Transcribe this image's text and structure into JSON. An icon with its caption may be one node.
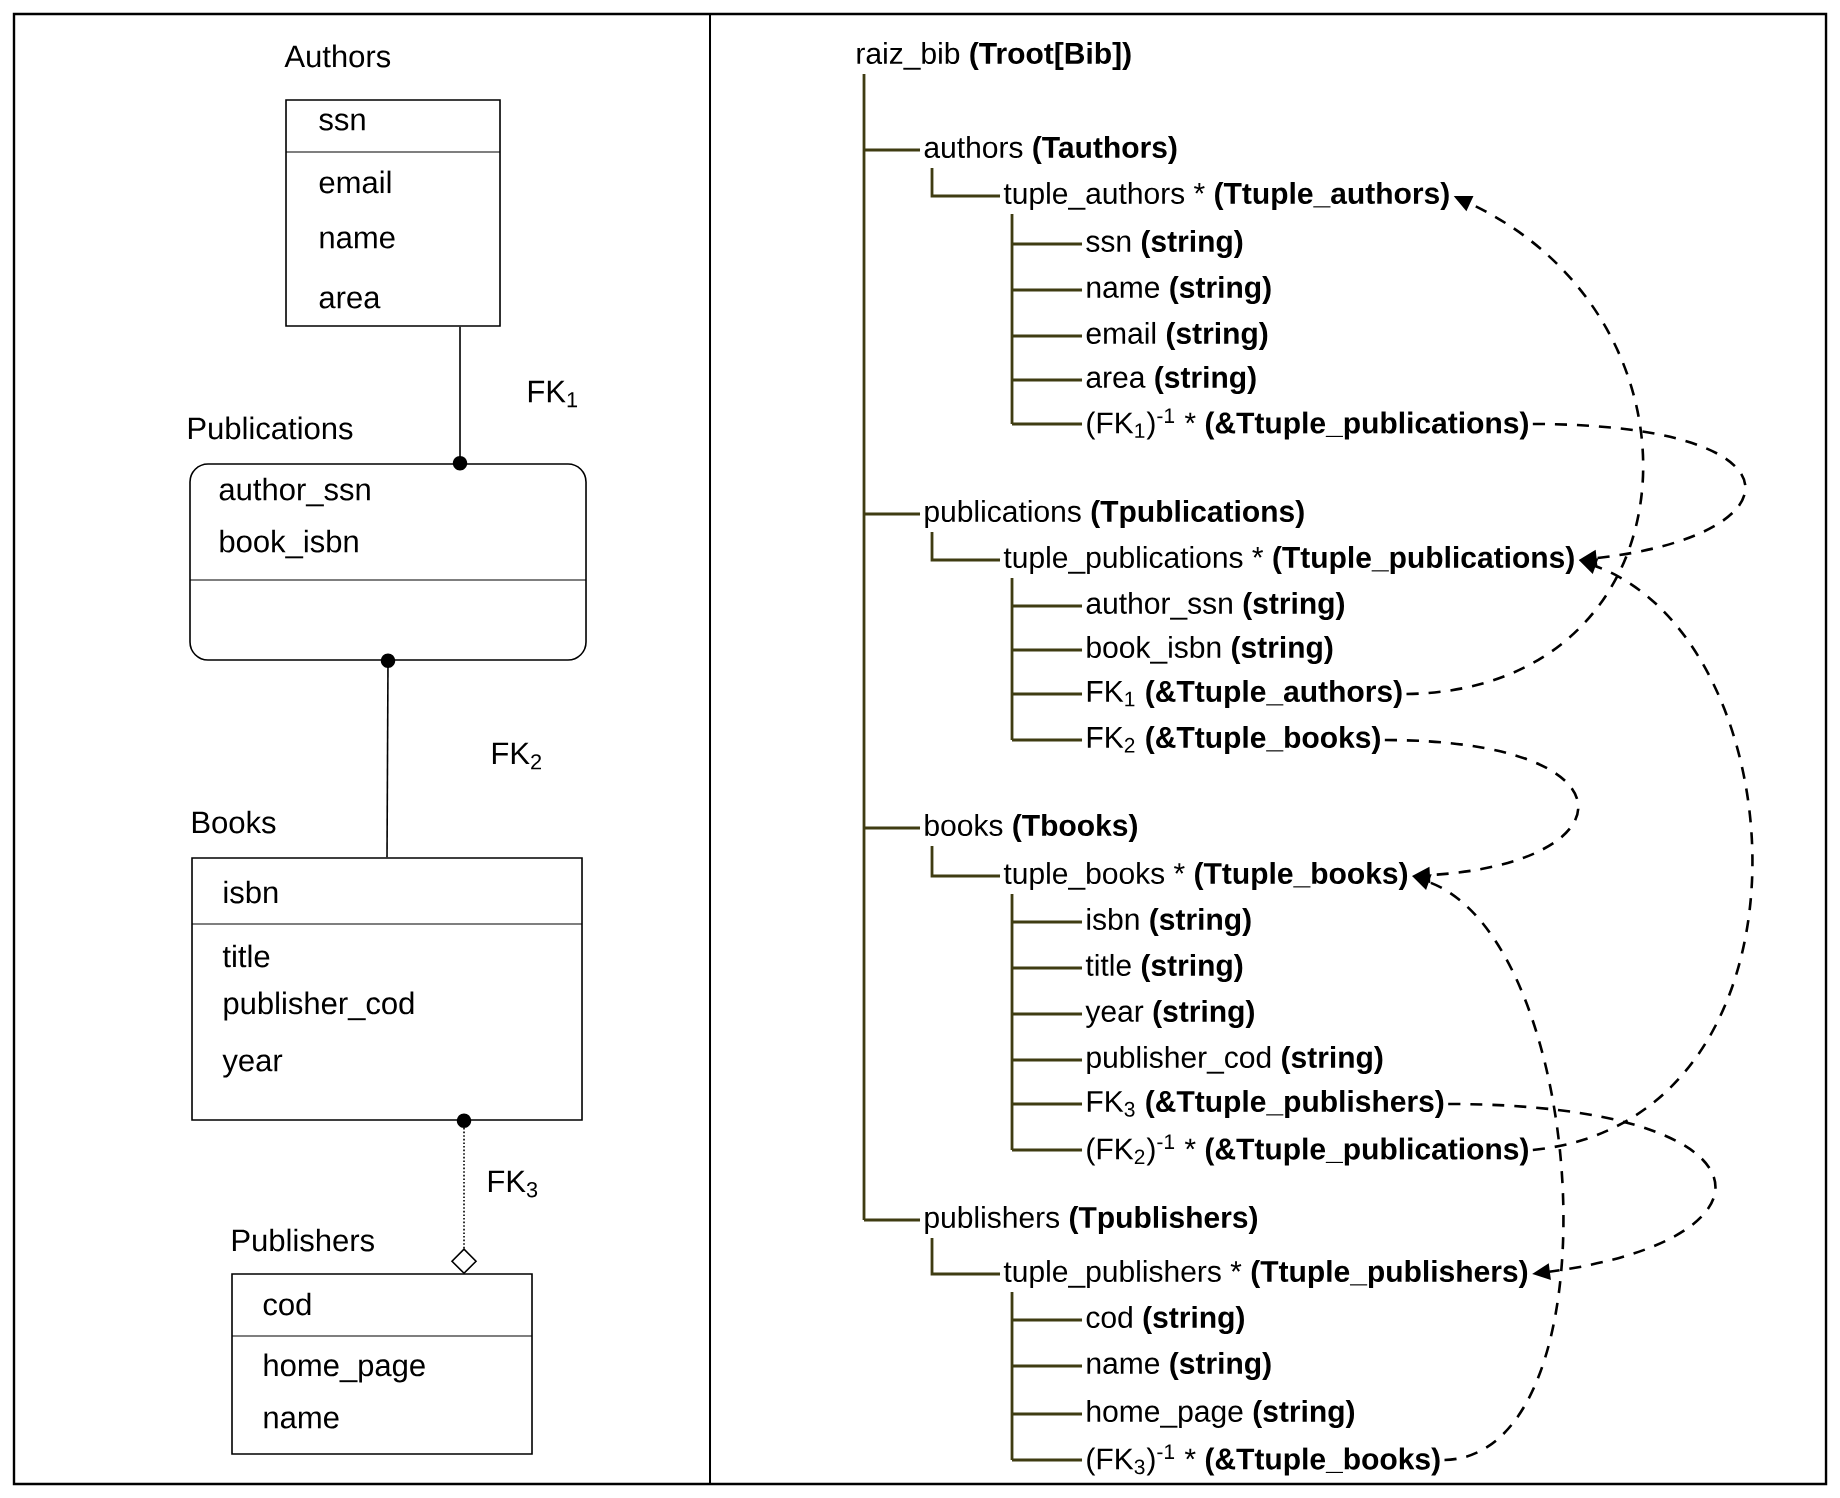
{
  "diagram": {
    "nodes": [
      {
        "text": [
          "Authors",
          "ssn",
          "email",
          "name",
          "area"
        ]
      },
      {
        "text": [
          "Publications",
          "author_ssn",
          "book_isbn"
        ]
      },
      {
        "text": [
          "Books",
          "isbn",
          "title",
          "publisher_cod",
          "year"
        ]
      },
      {
        "text": [
          "Publishers",
          "cod",
          "home_page",
          "name"
        ]
      },
      {
        "text": [
          "raiz_bib",
          "(Troot[Bib])"
        ]
      },
      {
        "text": [
          "authors",
          "(Tauthors)"
        ]
      },
      {
        "text": [
          "tuple_authors *",
          "(Ttuple_authors)"
        ]
      },
      {
        "text": [
          "ssn",
          "(string)"
        ]
      },
      {
        "text": [
          "name",
          "(string)"
        ]
      },
      {
        "text": [
          "email",
          "(string)"
        ]
      },
      {
        "text": [
          "area",
          "(string)"
        ]
      },
      {
        "text": [
          "(FK$_{1}$)$^{-1}$ *",
          "(&Ttuple_publications)"
        ]
      },
      {
        "text": [
          "publications",
          "(Tpublications)"
        ]
      },
      {
        "text": [
          "tuple_publications *",
          "(Ttuple_publications)"
        ]
      },
      {
        "text": [
          "author_ssn",
          "(string)"
        ]
      },
      {
        "text": [
          "book_isbn",
          "(string)"
        ]
      },
      {
        "text": [
          "FK$_{1}$",
          "(&Ttuple_authors)"
        ]
      },
      {
        "text": [
          "FK$_{2}$",
          "(&Ttuple_books)"
        ]
      },
      {
        "text": [
          "books",
          "(Tbooks)"
        ]
      },
      {
        "text": [
          "tuple_books *",
          "(Ttuple_books)"
        ]
      },
      {
        "text": [
          "isbn",
          "(string)"
        ]
      },
      {
        "text": [
          "title",
          "(string)"
        ]
      },
      {
        "text": [
          "year",
          "(string)"
        ]
      },
      {
        "text": [
          "publisher_cod",
          "(string)"
        ]
      },
      {
        "text": [
          "FK$_{3}$",
          "(&Ttuple_publishers)"
        ]
      },
      {
        "text": [
          "(FK$_{2}$)$^{-1}$ *",
          "(&Ttuple_publications)"
        ]
      },
      {
        "text": [
          "publishers",
          "(Tpublishers)"
        ]
      },
      {
        "text": [
          "tuple_publishers *",
          "(Ttuple_publishers)"
        ]
      },
      {
        "text": [
          "cod",
          "(string)"
        ]
      },
      {
        "text": [
          "name",
          "(string)"
        ]
      },
      {
        "text": [
          "home_page",
          "(string)"
        ]
      },
      {
        "text": [
          "(FK$_{3}$)$^{-1}$ *",
          "(&Ttuple_books)"
        ]
      }
    ],
    "edges": [
      {
        "from": 0,
        "to": 1,
        "arrow": "other",
        "label": "FK$_{1}$",
        "color": "#000000"
      },
      {
        "from": 1,
        "to": 2,
        "arrow": "other",
        "label": "FK$_{2}$",
        "color": "#000000"
      },
      {
        "from": 2,
        "to": 3,
        "arrow": "other",
        "label": "FK$_{3}$",
        "style": "dashed",
        "color": "#000000"
      },
      {
        "from": 4,
        "to": 5,
        "arrow": "none"
      },
      {
        "from": 5,
        "to": 6,
        "arrow": "none"
      },
      {
        "from": 6,
        "to": 7,
        "arrow": "none"
      },
      {
        "from": 6,
        "to": 8,
        "arrow": "none"
      },
      {
        "from": 6,
        "to": 9,
        "arrow": "none"
      },
      {
        "from": 6,
        "to": 10,
        "arrow": "none"
      },
      {
        "from": 6,
        "to": 11,
        "arrow": "none"
      },
      {
        "from": 4,
        "to": 12,
        "arrow": "none"
      },
      {
        "from": 12,
        "to": 13,
        "arrow": "none"
      },
      {
        "from": 13,
        "to": 14,
        "arrow": "none"
      },
      {
        "from": 13,
        "to": 15,
        "arrow": "none"
      },
      {
        "from": 13,
        "to": 16,
        "arrow": "none"
      },
      {
        "from": 13,
        "to": 17,
        "arrow": "none"
      },
      {
        "from": 4,
        "to": 18,
        "arrow": "none"
      },
      {
        "from": 18,
        "to": 19,
        "arrow": "none"
      },
      {
        "from": 19,
        "to": 20,
        "arrow": "none"
      },
      {
        "from": 19,
        "to": 21,
        "arrow": "none"
      },
      {
        "from": 19,
        "to": 22,
        "arrow": "none"
      },
      {
        "from": 19,
        "to": 23,
        "arrow": "none"
      },
      {
        "from": 19,
        "to": 24,
        "arrow": "none"
      },
      {
        "from": 19,
        "to": 25,
        "arrow": "none"
      },
      {
        "from": 4,
        "to": 26,
        "arrow": "none"
      },
      {
        "from": 26,
        "to": 27,
        "arrow": "none"
      },
      {
        "from": 27,
        "to": 28,
        "arrow": "none"
      },
      {
        "from": 27,
        "to": 29,
        "arrow": "none"
      },
      {
        "from": 27,
        "to": 30,
        "arrow": "none"
      },
      {
        "from": 27,
        "to": 31,
        "arrow": "none"
      },
      {
        "from": 11,
        "to": 13,
        "arrow": "to",
        "style": "dashed",
        "color": "#000000"
      },
      {
        "from": 16,
        "to": 6,
        "arrow": "to",
        "style": "dashed",
        "color": "#000000"
      },
      {
        "from": 17,
        "to": 19,
        "arrow": "to",
        "style": "dashed",
        "color": "#000000"
      },
      {
        "from": 24,
        "to": 27,
        "arrow": "to",
        "style": "dashed",
        "color": "#000000"
      },
      {
        "from": 25,
        "to": 13,
        "arrow": "to",
        "style": "dashed",
        "color": "#000000"
      },
      {
        "from": 31,
        "to": 19,
        "arrow": "to",
        "style": "dashed",
        "color": "#000000"
      }
    ]
  }
}
